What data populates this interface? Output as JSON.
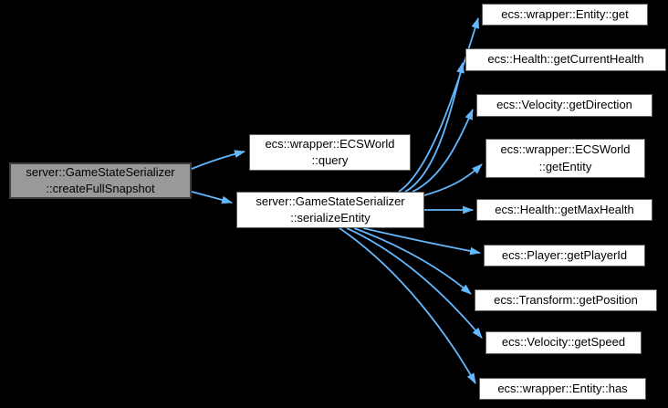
{
  "diagram": {
    "type": "call-graph",
    "background_color": "#000000",
    "edge_color": "#63b8ff",
    "current_node_fill": "#999999",
    "current_node_border": "#3f3f3f",
    "node_fill": "#ffffff",
    "node_border": "#5f5f5f",
    "nodes": [
      {
        "id": "createFullSnapshot",
        "lines": [
          "server::GameStateSerializer",
          "::createFullSnapshot"
        ],
        "current": true
      },
      {
        "id": "query",
        "lines": [
          "ecs::wrapper::ECSWorld",
          "::query"
        ],
        "current": false
      },
      {
        "id": "serializeEntity",
        "lines": [
          "server::GameStateSerializer",
          "::serializeEntity"
        ],
        "current": false
      },
      {
        "id": "get",
        "lines": [
          "ecs::wrapper::Entity::get"
        ],
        "current": false
      },
      {
        "id": "getCurrentHealth",
        "lines": [
          "ecs::Health::getCurrentHealth"
        ],
        "current": false
      },
      {
        "id": "getDirection",
        "lines": [
          "ecs::Velocity::getDirection"
        ],
        "current": false
      },
      {
        "id": "getEntity",
        "lines": [
          "ecs::wrapper::ECSWorld",
          "::getEntity"
        ],
        "current": false
      },
      {
        "id": "getMaxHealth",
        "lines": [
          "ecs::Health::getMaxHealth"
        ],
        "current": false
      },
      {
        "id": "getPlayerId",
        "lines": [
          "ecs::Player::getPlayerId"
        ],
        "current": false
      },
      {
        "id": "getPosition",
        "lines": [
          "ecs::Transform::getPosition"
        ],
        "current": false
      },
      {
        "id": "getSpeed",
        "lines": [
          "ecs::Velocity::getSpeed"
        ],
        "current": false
      },
      {
        "id": "has",
        "lines": [
          "ecs::wrapper::Entity::has"
        ],
        "current": false
      }
    ],
    "edges": [
      {
        "from": "createFullSnapshot",
        "to": "query"
      },
      {
        "from": "createFullSnapshot",
        "to": "serializeEntity"
      },
      {
        "from": "serializeEntity",
        "to": "get"
      },
      {
        "from": "serializeEntity",
        "to": "getCurrentHealth"
      },
      {
        "from": "serializeEntity",
        "to": "getDirection"
      },
      {
        "from": "serializeEntity",
        "to": "getEntity"
      },
      {
        "from": "serializeEntity",
        "to": "getMaxHealth"
      },
      {
        "from": "serializeEntity",
        "to": "getPlayerId"
      },
      {
        "from": "serializeEntity",
        "to": "getPosition"
      },
      {
        "from": "serializeEntity",
        "to": "getSpeed"
      },
      {
        "from": "serializeEntity",
        "to": "has"
      }
    ]
  }
}
